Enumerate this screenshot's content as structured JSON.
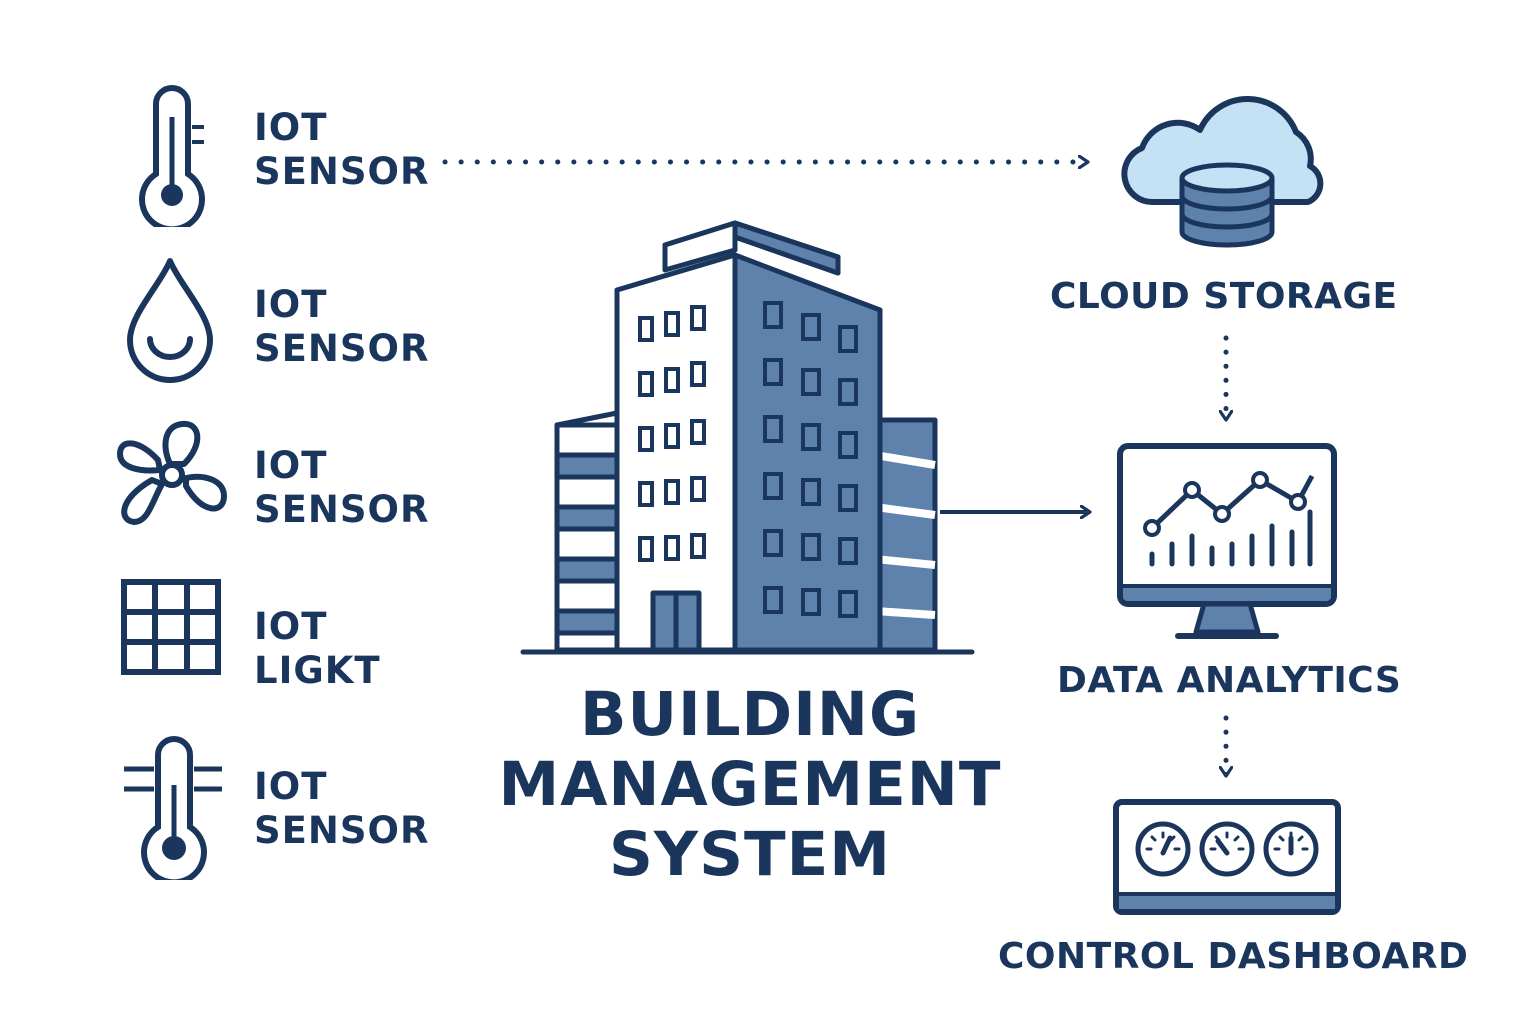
{
  "sensors": [
    {
      "icon": "thermometer-icon",
      "line1": "IOT",
      "line2": "SENSOR"
    },
    {
      "icon": "water-drop-icon",
      "line1": "IOT",
      "line2": "SENSOR"
    },
    {
      "icon": "fan-icon",
      "line1": "IOT",
      "line2": "SENSOR"
    },
    {
      "icon": "grid-panel-icon",
      "line1": "IOT",
      "line2": "LIGKT"
    },
    {
      "icon": "thermometer-hvac-icon",
      "line1": "IOT",
      "line2": "SENSOR"
    }
  ],
  "center": {
    "icon": "office-building-icon",
    "title_lines": [
      "BUILDING",
      "MANAGEMENT",
      "SYSTEM"
    ]
  },
  "nodes": {
    "cloud_storage": {
      "label": "CLOUD STORAGE",
      "icon": "cloud-database-icon"
    },
    "data_analytics": {
      "label": "DATA ANALYTICS",
      "icon": "analytics-monitor-icon"
    },
    "control_dashboard": {
      "label": "CONTROL DASHBOARD",
      "icon": "gauges-dashboard-icon"
    }
  },
  "colors": {
    "navy": "#1b365d",
    "building_blue": "#5f82ad",
    "cloud_fill": "#c5e1f5",
    "background": "#ffffff"
  }
}
